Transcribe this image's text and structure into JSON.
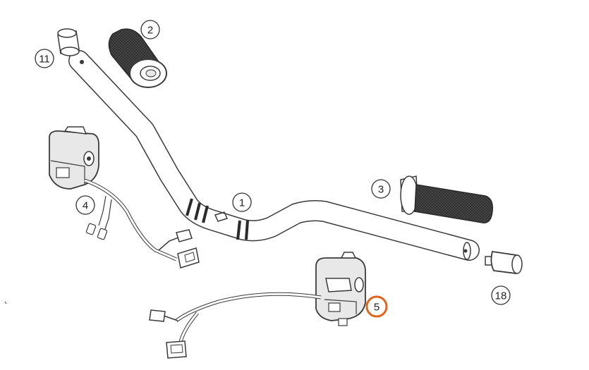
{
  "colors": {
    "line": "#3a3a3a",
    "fill": "#ffffff",
    "grip": "#3c3c3c",
    "housing": "#e8e8e8",
    "highlight": "#e0631b"
  },
  "callouts": [
    {
      "label": "1",
      "part": "handlebar",
      "highlighted": false
    },
    {
      "label": "2",
      "part": "left-grip",
      "highlighted": false
    },
    {
      "label": "3",
      "part": "right-grip",
      "highlighted": false
    },
    {
      "label": "4",
      "part": "left-switch",
      "highlighted": false
    },
    {
      "label": "5",
      "part": "right-switch",
      "highlighted": true
    },
    {
      "label": "11",
      "part": "bar-end-sleeve",
      "highlighted": false
    },
    {
      "label": "18",
      "part": "bar-end-weight",
      "highlighted": false
    }
  ]
}
